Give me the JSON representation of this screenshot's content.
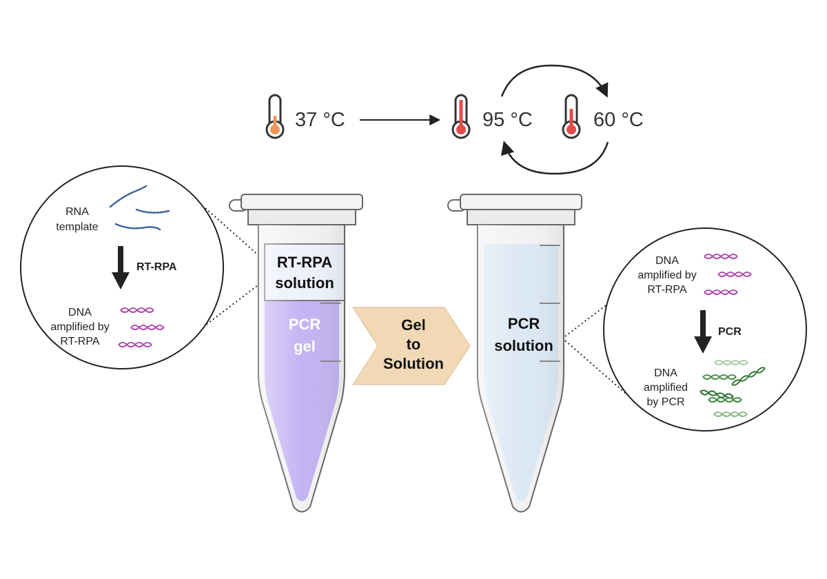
{
  "temperatures": {
    "t1": "37 °C",
    "t2": "95 °C",
    "t3": "60 °C"
  },
  "left_inset": {
    "rna_line1": "RNA",
    "rna_line2": "template",
    "step_label": "RT-RPA",
    "dna_line1": "DNA",
    "dna_line2": "amplified by",
    "dna_line3": "RT-RPA"
  },
  "left_tube": {
    "top_line1": "RT-RPA",
    "top_line2": "solution",
    "bottom_line1": "PCR",
    "bottom_line2": "gel"
  },
  "middle_arrow": {
    "line1": "Gel",
    "line2": "to",
    "line3": "Solution"
  },
  "right_tube": {
    "line1": "PCR",
    "line2": "solution"
  },
  "right_inset": {
    "dna_line1": "DNA",
    "dna_line2": "amplified by",
    "dna_line3": "RT-RPA",
    "step_label": "PCR",
    "pcr_line1": "DNA",
    "pcr_line2": "amplified",
    "pcr_line3": "by PCR"
  },
  "colors": {
    "gel": "#c3b4f2",
    "solution": "#dce8f4",
    "chevron": "#f2d9b6",
    "rna": "#3d5f9a",
    "dna_rtrpa": "#b04cb0",
    "dna_pcr": "#3f8a3f",
    "thermo_37": "#f0955a",
    "thermo_hot": "#e34b4b"
  },
  "icons": [
    "thermometer-icon",
    "rna-strand-icon",
    "dna-helix-icon",
    "cycle-arrow-icon"
  ]
}
